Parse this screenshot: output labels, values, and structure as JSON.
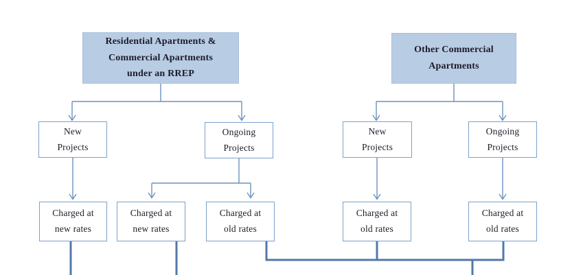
{
  "colors": {
    "node_fill": "#b8cce4",
    "root_border": "#a9c0dc",
    "box_border": "#7ba0c9",
    "connector": "#6b91bd",
    "thick_connector": "#5278a8",
    "text": "#1c1c28"
  },
  "diagram": {
    "left_tree": {
      "root_label": "Residential Apartments &\nCommercial Apartments\nunder an RREP",
      "new_projects_label": "New\nProjects",
      "ongoing_projects_label": "Ongoing\nProjects",
      "new_outcome_label": "Charged at\nnew rates",
      "ongoing_outcome_new_label": "Charged at\nnew rates",
      "ongoing_outcome_old_label": "Charged at\nold rates"
    },
    "right_tree": {
      "root_label": "Other Commercial\nApartments",
      "new_projects_label": "New\nProjects",
      "ongoing_projects_label": "Ongoing\nProjects",
      "new_outcome_label": "Charged at\nold rates",
      "ongoing_outcome_label": "Charged at\nold rates"
    }
  }
}
